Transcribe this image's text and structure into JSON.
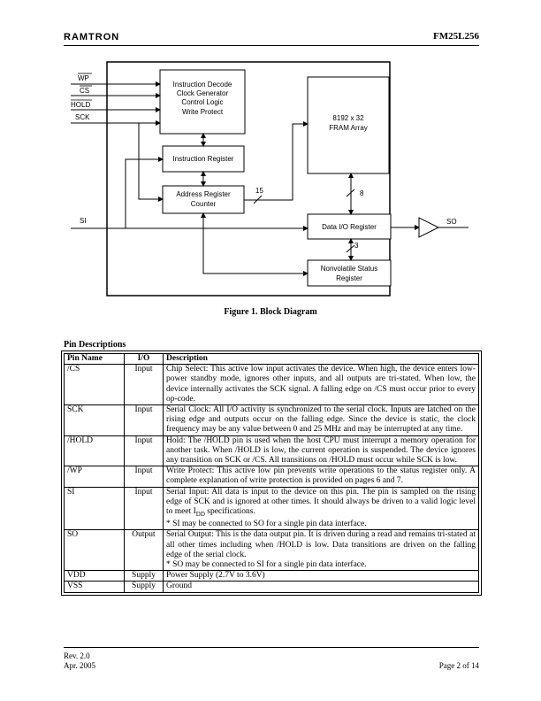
{
  "header": {
    "logo": "RAMTRON",
    "part_number": "FM25L256"
  },
  "diagram": {
    "signals_in": [
      "WP",
      "CS",
      "HOLD",
      "SCK"
    ],
    "si": "SI",
    "so": "SO",
    "blocks": {
      "decode": [
        "Instruction Decode",
        "Clock Generator",
        "Control Logic",
        "Write Protect"
      ],
      "instr_reg": "Instruction Register",
      "addr_reg": [
        "Address Register",
        "Counter"
      ],
      "fram": [
        "8192 x 32",
        "FRAM Array"
      ],
      "data_io": "Data I/O Register",
      "status": [
        "Nonvolatile Status",
        "Register"
      ]
    },
    "bus_15": "15",
    "bus_8": "8",
    "bus_3": "3"
  },
  "figure_caption": "Figure 1.  Block Diagram",
  "pin_section_title": "Pin Descriptions",
  "pin_table": {
    "headers": [
      "Pin Name",
      "I/O",
      "Description"
    ],
    "rows": [
      {
        "name": "/CS",
        "io": "Input",
        "desc": "Chip Select:  This active low input activates the device. When high, the device enters low-power standby mode, ignores other inputs, and all outputs are tri-stated. When low, the device internally activates the SCK signal. A falling edge on /CS must occur prior to every op-code."
      },
      {
        "name": "SCK",
        "io": "Input",
        "desc": "Serial Clock: All I/O activity is synchronized to the serial clock. Inputs are latched on the rising edge and outputs occur on the falling edge. Since the device is static, the clock frequency may be any value between 0 and 25 MHz and may be interrupted at any time."
      },
      {
        "name": "/HOLD",
        "io": "Input",
        "desc": "Hold: The /HOLD pin is used when the host CPU must interrupt a memory operation for another task. When /HOLD is low, the current operation is suspended. The device ignores any transition on SCK or /CS. All transitions on /HOLD must occur while SCK is low."
      },
      {
        "name": "/WP",
        "io": "Input",
        "desc": "Write Protect:  This active low pin prevents write operations to the status register only. A complete explanation of write protection is provided on pages 6 and 7."
      },
      {
        "name": "SI",
        "io": "Input",
        "desc_a": "Serial Input:  All data is input to the device on this pin. The pin is sampled on the rising edge of SCK and is ignored at other times. It should always be driven to a valid logic level to meet I",
        "desc_sub": "DD",
        "desc_b": " specifications.",
        "note": "* SI may be connected to SO for a single pin data interface."
      },
      {
        "name": "SO",
        "io": "Output",
        "desc": "Serial Output:  This is the data output pin. It is driven during a read and remains tri-stated at all other times including when /HOLD is low. Data transitions are driven on the falling edge of the serial clock.",
        "note": "* SO may be connected to SI for a single pin data interface."
      },
      {
        "name": "VDD",
        "io": "Supply",
        "desc": "Power Supply (2.7V to 3.6V)"
      },
      {
        "name": "VSS",
        "io": "Supply",
        "desc": "Ground"
      }
    ]
  },
  "footer": {
    "rev": "Rev. 2.0",
    "date": "Apr. 2005",
    "page": "Page 2 of 14"
  }
}
